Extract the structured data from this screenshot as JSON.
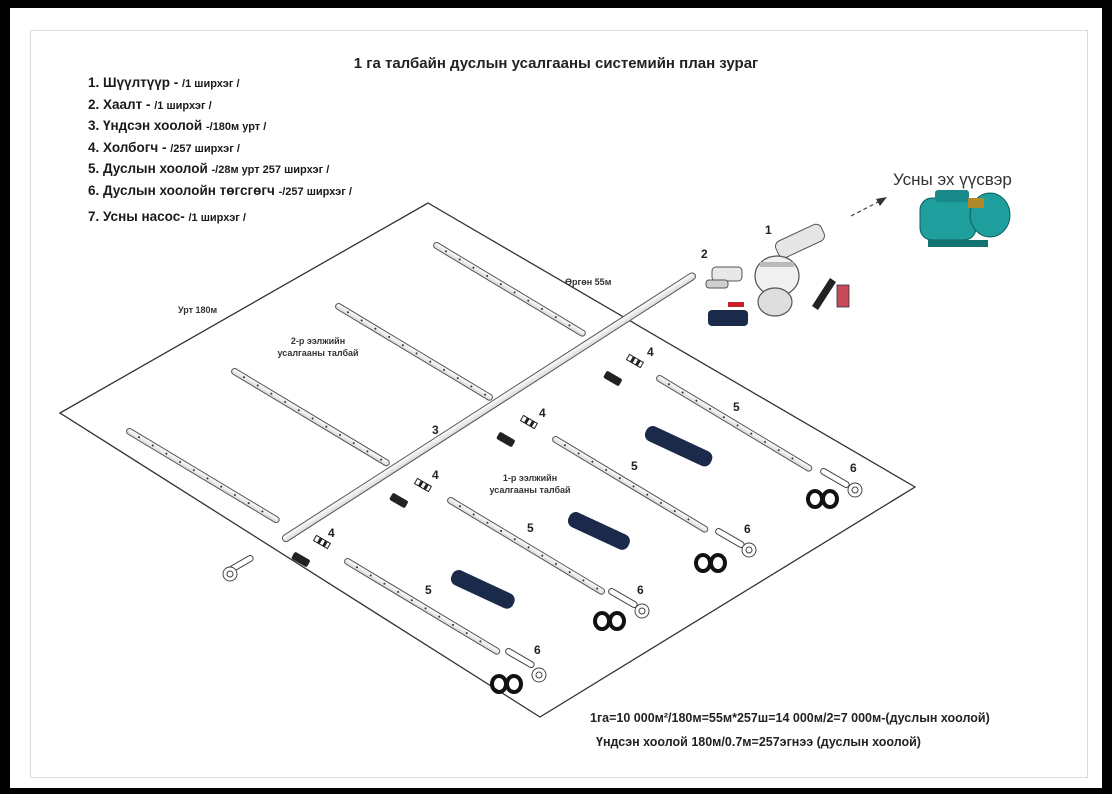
{
  "title": "1 га талбайн дуслын усалгааны системийн план зураг",
  "legend": [
    {
      "main": "1. Шүүлтүүр - ",
      "sub": "/1 ширхэг /"
    },
    {
      "main": "2. Хаалт - ",
      "sub": "/1 ширхэг /"
    },
    {
      "main": "3. Үндсэн хоолой ",
      "sub": "-/180м урт /"
    },
    {
      "main": "4. Холбогч - ",
      "sub": "/257 ширхэг /"
    },
    {
      "main": "5. Дуслын хоолой ",
      "sub": "-/28м урт 257 ширхэг /"
    },
    {
      "main": "6. Дуслын хоолойн төгсгөгч ",
      "sub": "-/257 ширхэг /"
    },
    {
      "main": "7. Усны насос- ",
      "sub": "/1 ширхэг /"
    }
  ],
  "labels": {
    "water_source": "Усны эх үүсвэр",
    "length": "Урт 180м",
    "width": "Өргөн 55м",
    "zone2_line1": "2-р ээлжийн",
    "zone2_line2": "усалгааны талбай",
    "zone1_line1": "1-р ээлжийн",
    "zone1_line2": "усалгааны талбай",
    "num1": "1",
    "num2": "2",
    "num3": "3",
    "num4": "4",
    "num5": "5",
    "num6": "6"
  },
  "formulas": {
    "line1": "1га=10 000м²/180м=55м*257ш=14 000м/2=7 000м-(дуслын хоолой)",
    "line2": "Үндсэн хоолой 180м/0.7м=257эгнээ (дуслын хоолой)"
  },
  "colors": {
    "pump": "#1f9e9e",
    "pipe_roll": "#1b2a4a",
    "valve_handle": "#c8202a",
    "outline": "#333333"
  }
}
